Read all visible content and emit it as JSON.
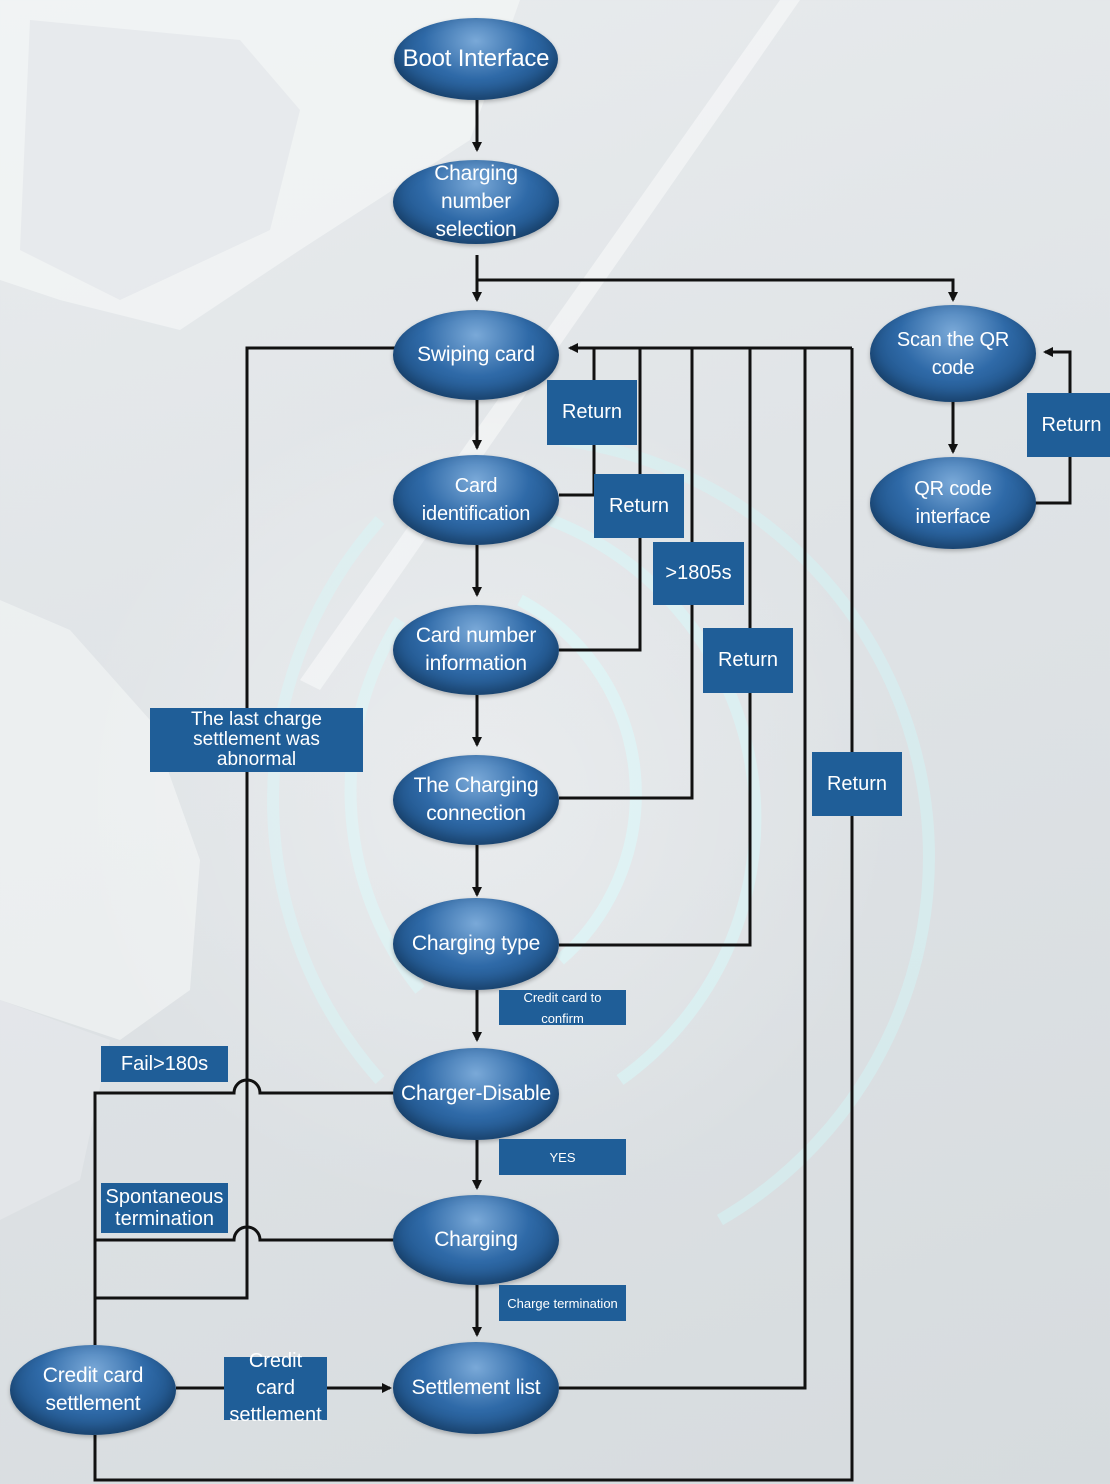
{
  "nodes": {
    "boot": "Boot Interface",
    "charging_number": "Charging number selection",
    "swiping_card": "Swiping card",
    "card_identification": "Card identification",
    "card_number_info": "Card number information",
    "charging_connection": "The Charging connection",
    "charging_type": "Charging type",
    "charger_disable": "Charger-Disable",
    "charging": "Charging",
    "settlement_list": "Settlement list",
    "credit_settlement": "Credit card settlement",
    "scan_qr": "Scan the QR code",
    "qr_interface": "QR code interface"
  },
  "labels": {
    "return_1": "Return",
    "return_2": "Return",
    "timeout_1805": ">1805s",
    "return_3": "Return",
    "return_4": "Return",
    "return_qr": "Return",
    "last_charge_abnormal": "The last charge settlement was abnormal",
    "credit_card_confirm": "Credit card to confirm",
    "yes": "YES",
    "fail_180": "Fail>180s",
    "spontaneous_termination": "Spontaneous termination",
    "charge_termination": "Charge termination",
    "credit_card_settlement_edge": "Credit card settlement"
  }
}
